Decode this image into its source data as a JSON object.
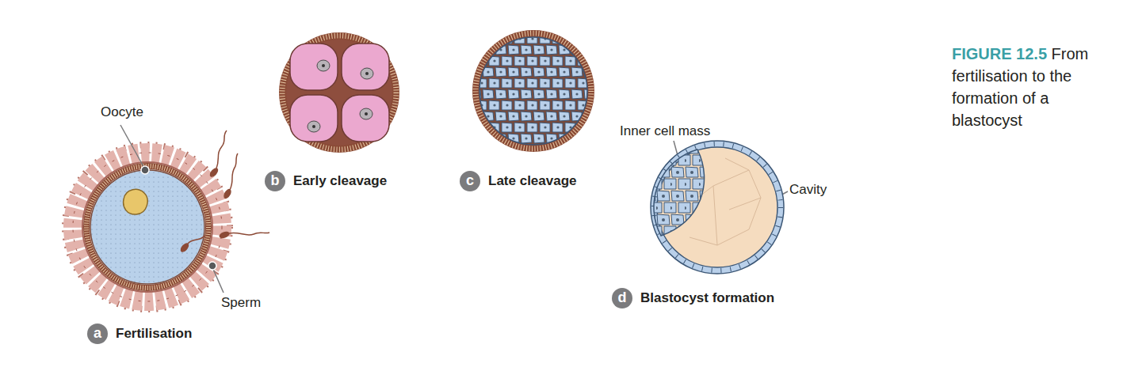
{
  "diagram": {
    "caption": "From fertilisation to the formation of a blastocyst",
    "nodes": [
      {
        "text": [
          "a",
          "Fertilisation"
        ]
      },
      {
        "text": [
          "b",
          "Early cleavage"
        ]
      },
      {
        "text": [
          "c",
          "Late cleavage"
        ]
      },
      {
        "text": [
          "d",
          "Blastocyst formation"
        ]
      }
    ],
    "labels": [
      "Oocyte",
      "Sperm",
      "Inner cell mass",
      "Cavity",
      "FIGURE 12.5"
    ]
  }
}
